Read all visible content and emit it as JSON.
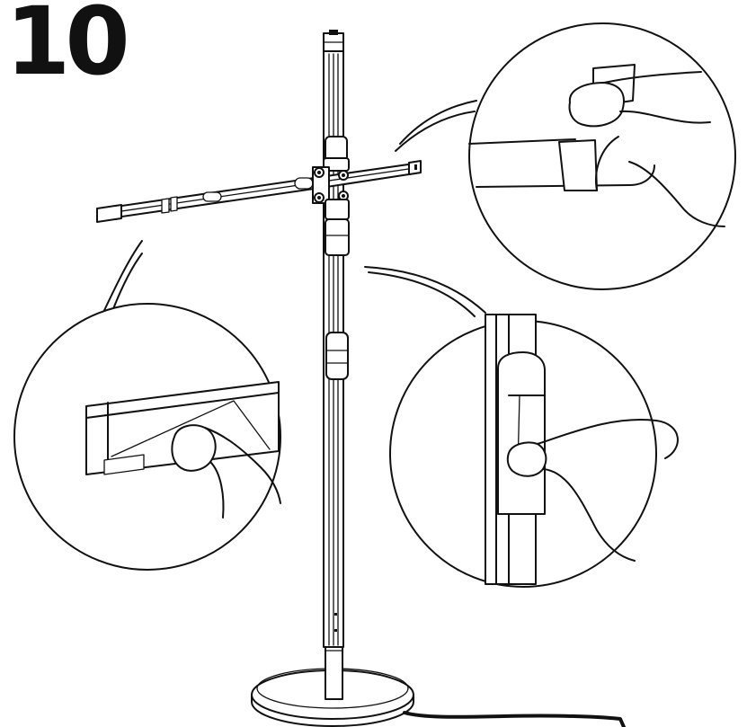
{
  "step": {
    "number": "10"
  },
  "colors": {
    "line": "#111111",
    "background": "#ffffff"
  },
  "illustration": {
    "subject": "floor-lamp-assembly",
    "details": [
      "detail-top-right-tape-removal",
      "detail-left-arm-film-removal",
      "detail-right-pole-film-removal"
    ]
  }
}
